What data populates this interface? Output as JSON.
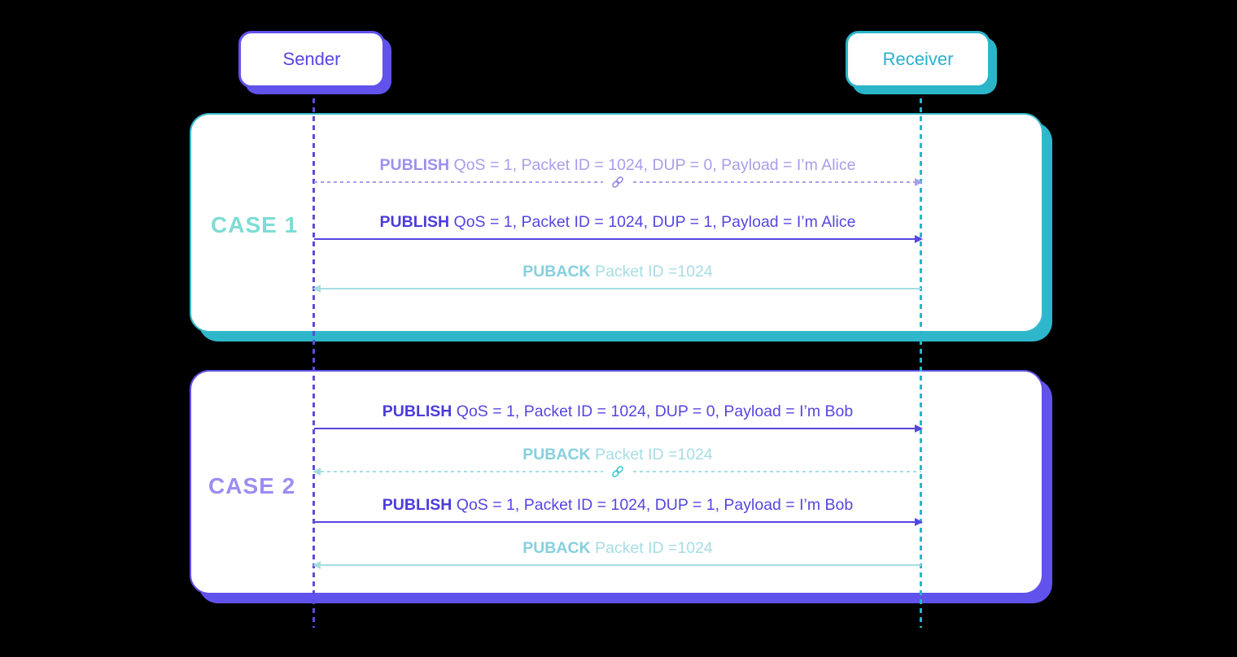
{
  "actors": {
    "sender": {
      "label": "Sender"
    },
    "receiver": {
      "label": "Receiver"
    }
  },
  "cases": [
    {
      "label": "CASE 1",
      "messages": [
        {
          "keyword": "PUBLISH",
          "details": "QoS = 1, Packet ID = 1024, DUP = 0, Payload = I’m Alice",
          "line": "dashed",
          "direction": "right",
          "tone": "purple-faded",
          "icon": "broken-link"
        },
        {
          "keyword": "PUBLISH",
          "details": "QoS = 1, Packet ID = 1024, DUP = 1, Payload = I’m Alice",
          "line": "solid",
          "direction": "right",
          "tone": "purple"
        },
        {
          "keyword": "PUBACK",
          "details": "Packet ID =1024",
          "line": "solid",
          "direction": "left",
          "tone": "teal-light"
        }
      ]
    },
    {
      "label": "CASE 2",
      "messages": [
        {
          "keyword": "PUBLISH",
          "details": "QoS = 1, Packet ID = 1024, DUP = 0, Payload = I’m Bob",
          "line": "solid",
          "direction": "right",
          "tone": "purple"
        },
        {
          "keyword": "PUBACK",
          "details": "Packet ID =1024",
          "line": "dashed",
          "direction": "left",
          "tone": "teal-light",
          "icon": "broken-link"
        },
        {
          "keyword": "PUBLISH",
          "details": "QoS = 1, Packet ID = 1024, DUP = 1, Payload = I’m Bob",
          "line": "solid",
          "direction": "right",
          "tone": "purple"
        },
        {
          "keyword": "PUBACK",
          "details": "Packet ID =1024",
          "line": "solid",
          "direction": "left",
          "tone": "teal-light"
        }
      ]
    }
  ],
  "colors": {
    "background": "#000000",
    "purple": "#6152EC",
    "purple_text": "#5546E0",
    "purple_faded": "#A89EEC",
    "teal": "#2BB5C9",
    "teal_text": "#2BAFCD",
    "teal_light": "#A6DDE3",
    "teal_light_bold": "#86D0DD",
    "case1_label": "#7EDCD4",
    "case2_label": "#9C8DF2"
  }
}
